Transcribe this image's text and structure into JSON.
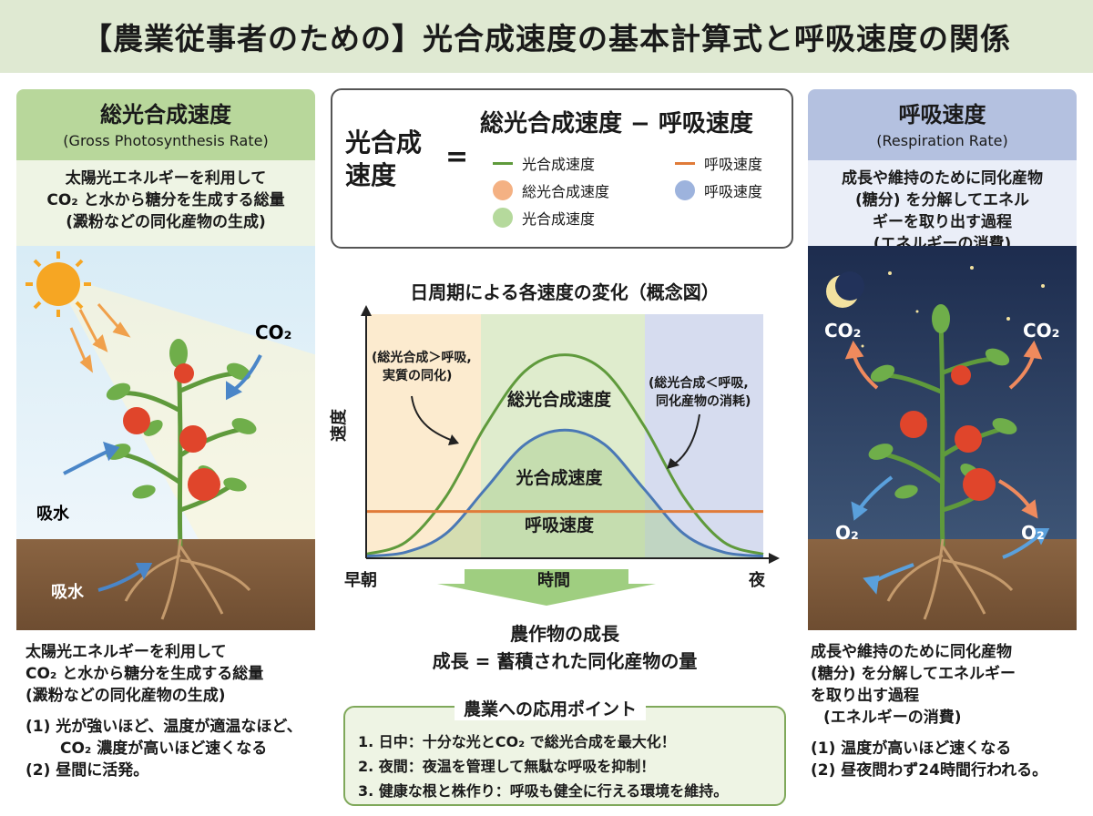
{
  "title": "【農業従事者のための】光合成速度の基本計算式と呼吸速度の関係",
  "left_panel": {
    "heading": "総光合成速度",
    "subheading": "(Gross Photosynthesis Rate)",
    "desc": [
      "太陽光エネルギーを利用して",
      "CO₂ と水から糖分を生成する総量",
      "(澱粉などの同化産物の生成)"
    ],
    "labels": {
      "co2": "CO₂",
      "water_stem": "吸水",
      "water_root": "吸水"
    }
  },
  "right_panel": {
    "heading": "呼吸速度",
    "subheading": "(Respiration Rate)",
    "desc": [
      "成長や維持のために同化産物",
      "(糖分) を分解してエネル",
      "ギーを取り出す過程",
      "(エネルギーの消費)"
    ],
    "labels": {
      "co2_left": "CO₂",
      "co2_right": "CO₂",
      "o2_left": "O₂",
      "o2_right": "O₂"
    }
  },
  "formula": {
    "lhs": [
      "光合成",
      "速度"
    ],
    "equals": "=",
    "rhs": "総光合成速度 − 呼吸速度",
    "legend": [
      {
        "label": "光合成速度",
        "kind": "line",
        "color": "#5f9a3c"
      },
      {
        "label": "呼吸速度",
        "kind": "line",
        "color": "#e07b39"
      },
      {
        "label": "総光合成速度",
        "kind": "dot",
        "color": "#f4b183"
      },
      {
        "label": "呼吸速度",
        "kind": "dot",
        "color": "#9db3dd"
      },
      {
        "label": "光合成速度",
        "kind": "dot",
        "color": "#b5d99c"
      }
    ]
  },
  "chart": {
    "title": "日周期による各速度の変化（概念図）",
    "ylabel": "速度",
    "xlabel": "時間",
    "x_left": "早朝",
    "x_right": "夜",
    "annot_left": [
      "(総光合成＞呼吸,",
      "実質の同化)"
    ],
    "annot_right": [
      "(総光合成＜呼吸,",
      "同化産物の消耗)"
    ],
    "curve_labels": {
      "gross": "総光合成速度",
      "net": "光合成速度",
      "resp": "呼吸速度"
    }
  },
  "chart_data": {
    "type": "line",
    "title": "日周期による各速度の変化（概念図）",
    "xlabel": "時間",
    "ylabel": "速度",
    "x": [
      0,
      0.1,
      0.2,
      0.3,
      0.4,
      0.5,
      0.6,
      0.7,
      0.8,
      0.9,
      1.0
    ],
    "series": [
      {
        "name": "総光合成速度",
        "color": "#5f9a3c",
        "values": [
          0.02,
          0.08,
          0.3,
          0.65,
          0.92,
          1.0,
          0.92,
          0.65,
          0.3,
          0.08,
          0.02
        ]
      },
      {
        "name": "光合成速度",
        "color": "#4a78b5",
        "values": [
          0.01,
          0.03,
          0.12,
          0.34,
          0.56,
          0.63,
          0.56,
          0.34,
          0.12,
          0.03,
          0.01
        ]
      },
      {
        "name": "呼吸速度",
        "color": "#e07b39",
        "values": [
          0.23,
          0.23,
          0.23,
          0.23,
          0.23,
          0.23,
          0.23,
          0.23,
          0.23,
          0.23,
          0.23
        ]
      }
    ],
    "xlim": [
      0,
      1
    ],
    "ylim": [
      0,
      1.2
    ],
    "grid": false
  },
  "growth": {
    "title": "農作物の成長",
    "formula": "成長 = 蓄積された同化産物の量"
  },
  "left_text": {
    "desc": [
      "太陽光エネルギーを利用して",
      "CO₂ と水から糖分を生成する総量",
      "(澱粉などの同化産物の生成)"
    ],
    "points": [
      "(1) 光が強いほど、温度が適温なほど、",
      "CO₂ 濃度が高いほど速くなる",
      "(2) 昼間に活発。"
    ]
  },
  "right_text": {
    "desc": [
      "成長や維持のために同化産物",
      "(糖分) を分解してエネルギー",
      "を取り出す過程",
      "(エネルギーの消費)"
    ],
    "points": [
      "(1) 温度が高いほど速くなる",
      "(2) 昼夜問わず24時間行われる。"
    ]
  },
  "tips": {
    "title": "農業への応用ポイント",
    "items": [
      "1. 日中：十分な光とCO₂ で総光合成を最大化！",
      "2. 夜間：夜温を管理して無駄な呼吸を抑制！",
      "3. 健康な根と株作り：呼吸も健全に行える環境を維持。"
    ]
  }
}
